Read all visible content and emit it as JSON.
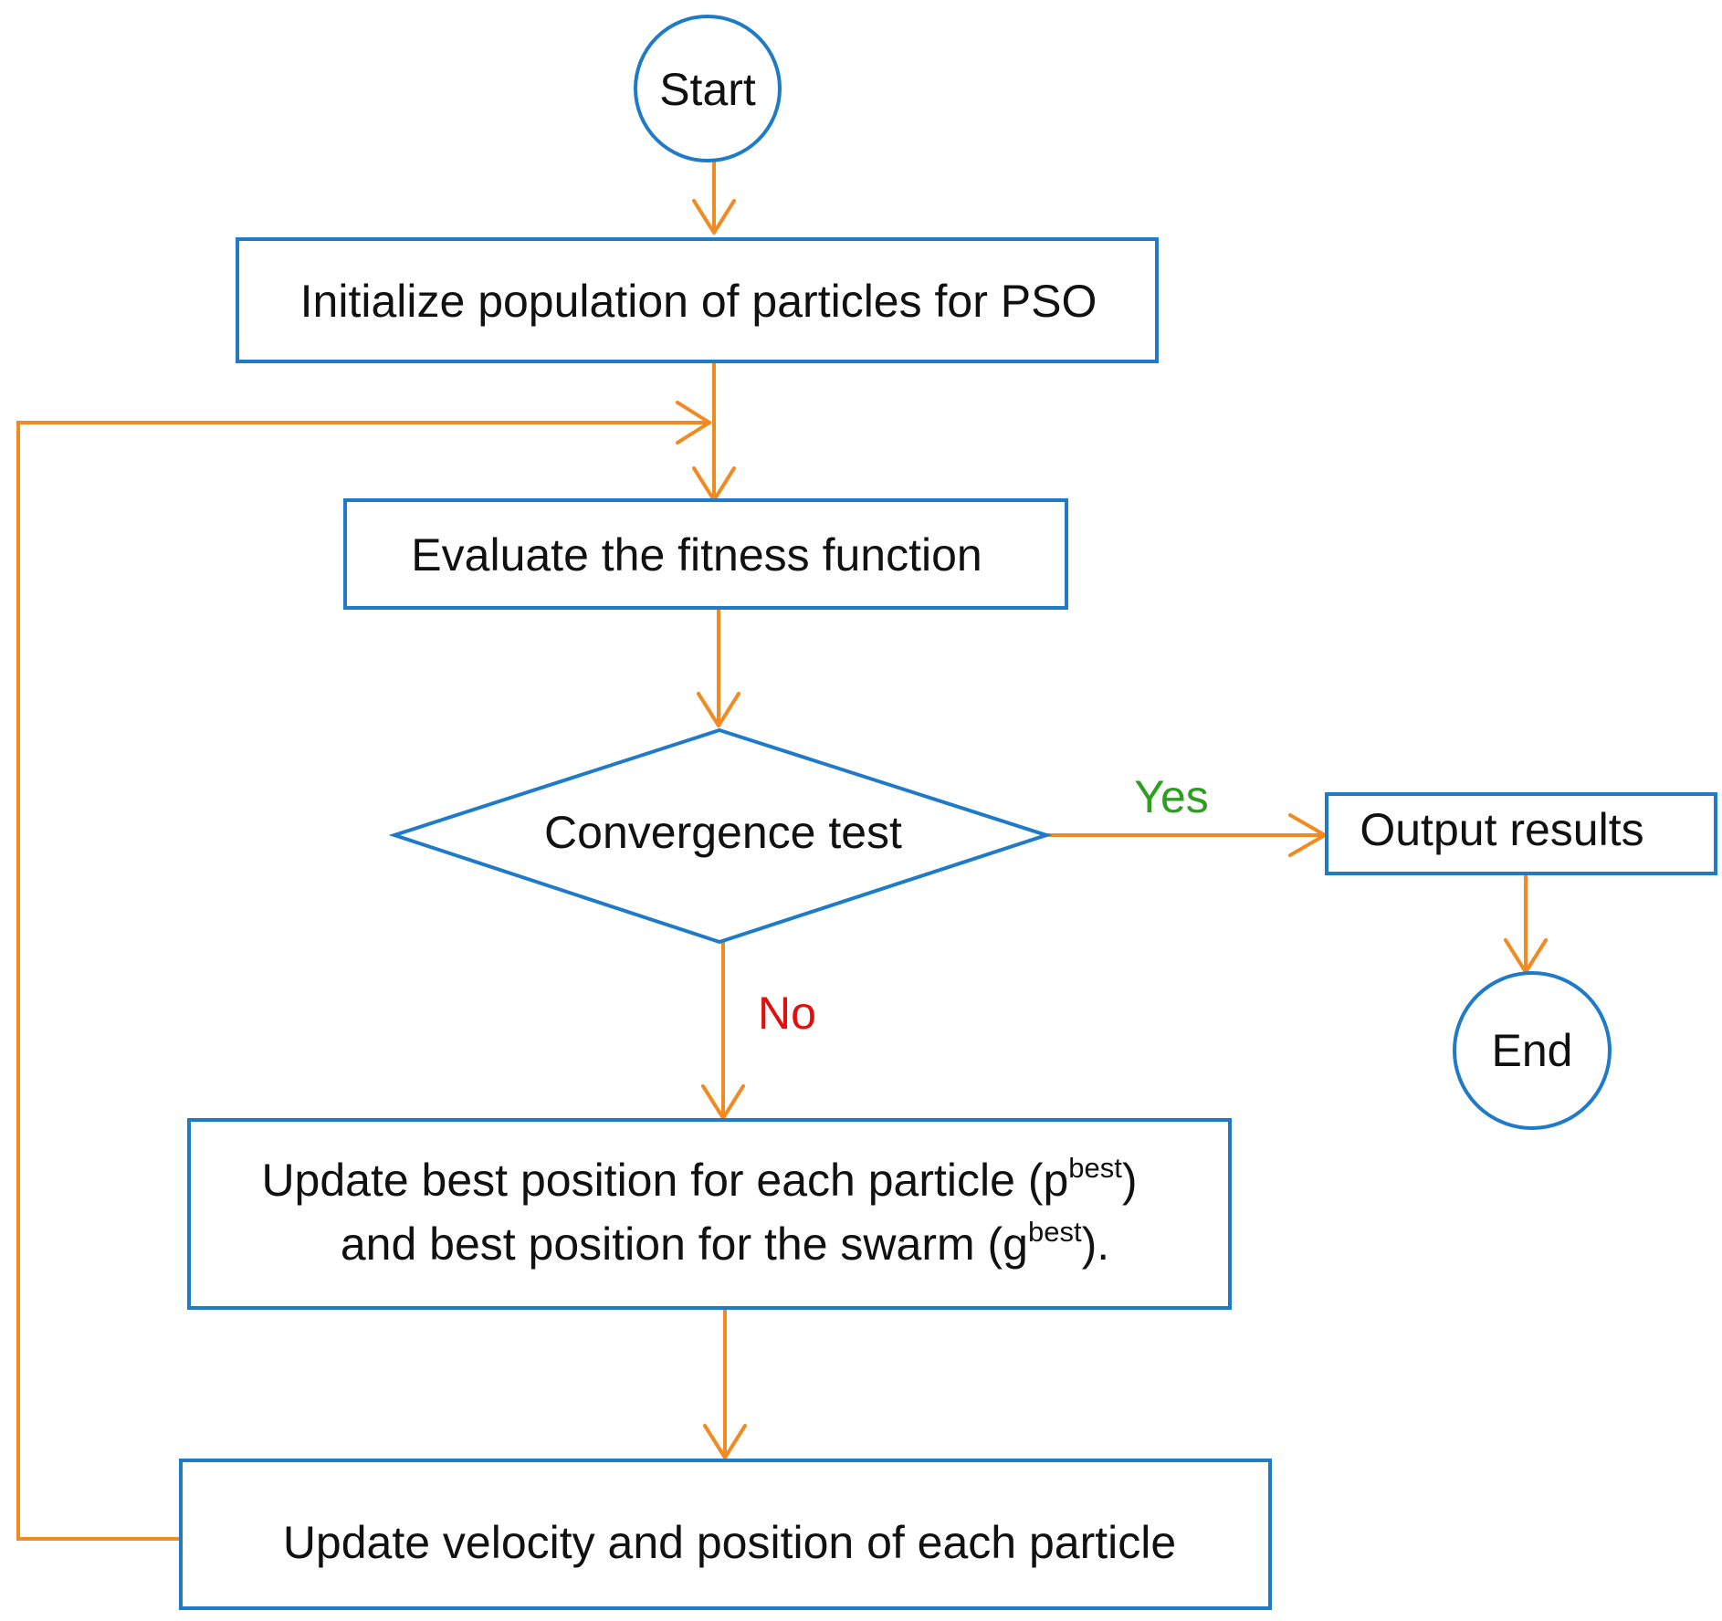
{
  "colors": {
    "node_stroke": "#1f7bc8",
    "edge": "#f28a22",
    "text": "#111111",
    "yes_label": "#2e9e1f",
    "no_label": "#e01010"
  },
  "nodes": {
    "start": "Start",
    "initialize": "Initialize population of particles for PSO",
    "evaluate": "Evaluate the fitness function",
    "convergence": "Convergence test",
    "output": "Output results",
    "end": "End",
    "update_best": {
      "line1_prefix": "Update best position for each particle (p",
      "line1_sup": "best",
      "line1_suffix": ")",
      "line2_prefix": "and best position for the swarm (g",
      "line2_sup": "best",
      "line2_suffix": ")."
    },
    "update_velocity": "Update velocity and position of each particle"
  },
  "edge_labels": {
    "yes": "Yes",
    "no": "No"
  }
}
